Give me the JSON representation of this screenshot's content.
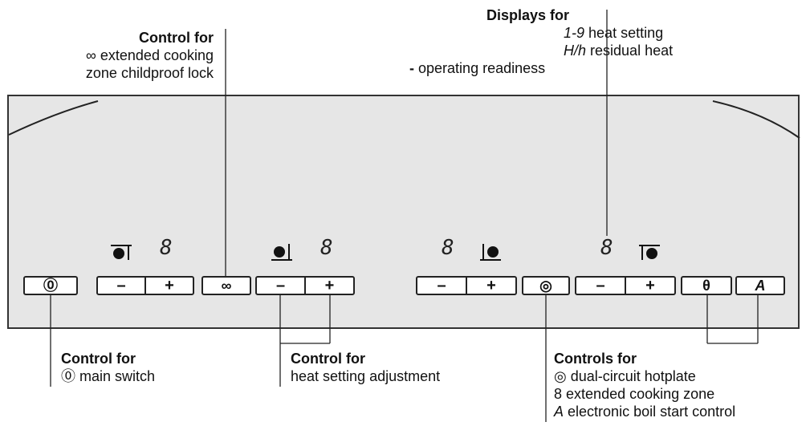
{
  "labels": {
    "displays": {
      "title": "Displays for",
      "line1_sym": "1-9",
      "line1": "heat setting",
      "line2_sym": "H/h",
      "line2": "residual heat",
      "line3_sym": "-",
      "line3": "operating readiness"
    },
    "lock": {
      "title": "Control for",
      "line1_sym": "∞",
      "line1": "extended cooking",
      "line2": "zone childproof lock"
    },
    "main_switch": {
      "title": "Control for",
      "line1_sym": "⓪",
      "line1": "main switch"
    },
    "heat_adjust": {
      "title": "Control for",
      "line1": "heat setting adjustment"
    },
    "controls": {
      "title": "Controls for",
      "line1_sym": "◎",
      "line1": "dual-circuit hotplate",
      "line2_sym": "8",
      "line2": "extended cooking zone",
      "line3_sym": "A",
      "line3": "electronic boil start control"
    }
  },
  "panel": {
    "digits": [
      "8",
      "8",
      "8",
      "8"
    ],
    "buttons": {
      "minus": "–",
      "plus": "+",
      "main_switch": "⓪",
      "lock": "∞",
      "dual_circuit": "◎",
      "extended_zone": "θ",
      "boil_start": "A"
    }
  }
}
